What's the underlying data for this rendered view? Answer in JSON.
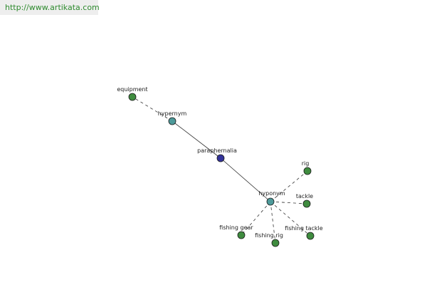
{
  "url": "http://www.artikata.com",
  "colors": {
    "center": "#33339a",
    "relation": "#4d9a9a",
    "term": "#3f8c3f",
    "banner_bg": "#eeeeee",
    "banner_text": "#2e8b2e"
  },
  "nodes": {
    "equipment": "equipment",
    "hypernym": "hypernym",
    "paraphernalia": "paraphernalia",
    "hyponym": "hyponym",
    "rig": "rig",
    "tackle": "tackle",
    "fishing_tackle": "fishing tackle",
    "fishing_rig": "fishing rig",
    "fishing_gear": "fishing gear"
  }
}
